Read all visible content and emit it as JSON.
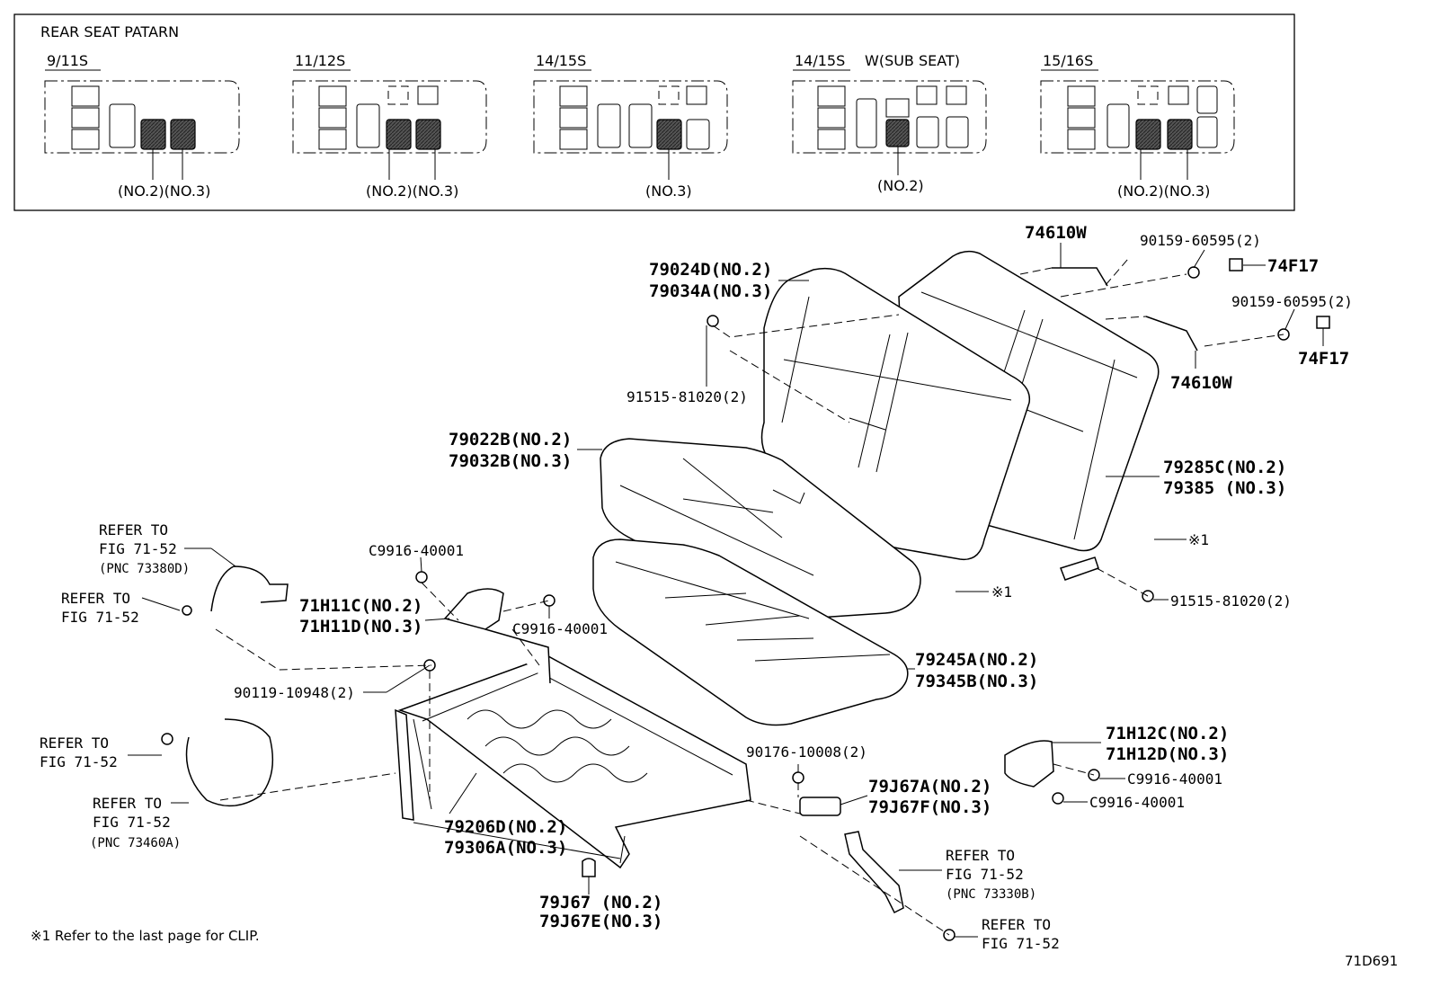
{
  "panel": {
    "title": "REAR SEAT PATARN",
    "patterns": [
      {
        "name": "9/11S",
        "callout": "(NO.2)(NO.3)"
      },
      {
        "name": "11/12S",
        "callout": "(NO.2)(NO.3)"
      },
      {
        "name": "14/15S",
        "callout": "(NO.3)"
      },
      {
        "name": "14/15S",
        "extra": "W(SUB SEAT)",
        "callout": "(NO.2)"
      },
      {
        "name": "15/16S",
        "callout": "(NO.2)(NO.3)"
      }
    ]
  },
  "labels": {
    "p74610w_a": "74610W",
    "p90159_a": "90159-60595(2)",
    "p74f17_a": "74F17",
    "p90159_b": "90159-60595(2)",
    "p74f17_b": "74F17",
    "p74610w_b": "74610W",
    "p79024d": "79024D(NO.2)",
    "p79034a": "79034A(NO.3)",
    "p91515_a": "91515-81020(2)",
    "p79022b": "79022B(NO.2)",
    "p79032b": "79032B(NO.3)",
    "p79285c": "79285C(NO.2)",
    "p79385": "79385  (NO.3)",
    "clip_a": "※1",
    "p91515_b": "91515-81020(2)",
    "clip_b": "※1",
    "refer1_a": "REFER TO",
    "refer1_b": "FIG 71-52",
    "refer1_c": "(PNC 73380D)",
    "refer2_a": "REFER TO",
    "refer2_b": "FIG 71-52",
    "pc9916_a": "C9916-40001",
    "p71h11c": "71H11C(NO.2)",
    "p71h11d": "71H11D(NO.3)",
    "pc9916_b": "C9916-40001",
    "p79245a": "79245A(NO.2)",
    "p79345b": "79345B(NO.3)",
    "p90119": "90119-10948(2)",
    "refer3_a": "REFER TO",
    "refer3_b": "FIG 71-52",
    "refer4_a": "REFER TO",
    "refer4_b": "FIG 71-52",
    "refer4_c": "(PNC 73460A)",
    "p90176": "90176-10008(2)",
    "p71h12c": "71H12C(NO.2)",
    "p71h12d": "71H12D(NO.3)",
    "pc9916_c": "C9916-40001",
    "pc9916_d": "C9916-40001",
    "p79j67a": "79J67A(NO.2)",
    "p79j67f": "79J67F(NO.3)",
    "p79206d": "79206D(NO.2)",
    "p79306a": "79306A(NO.3)",
    "refer5_a": "REFER TO",
    "refer5_b": "FIG 71-52",
    "refer5_c": "(PNC 73330B)",
    "p79j67": "79J67 (NO.2)",
    "p79j67e": "79J67E(NO.3)",
    "refer6_a": "REFER TO",
    "refer6_b": "FIG 71-52"
  },
  "footnote": "※1  Refer to the last page for CLIP.",
  "figure_id": "71D691"
}
